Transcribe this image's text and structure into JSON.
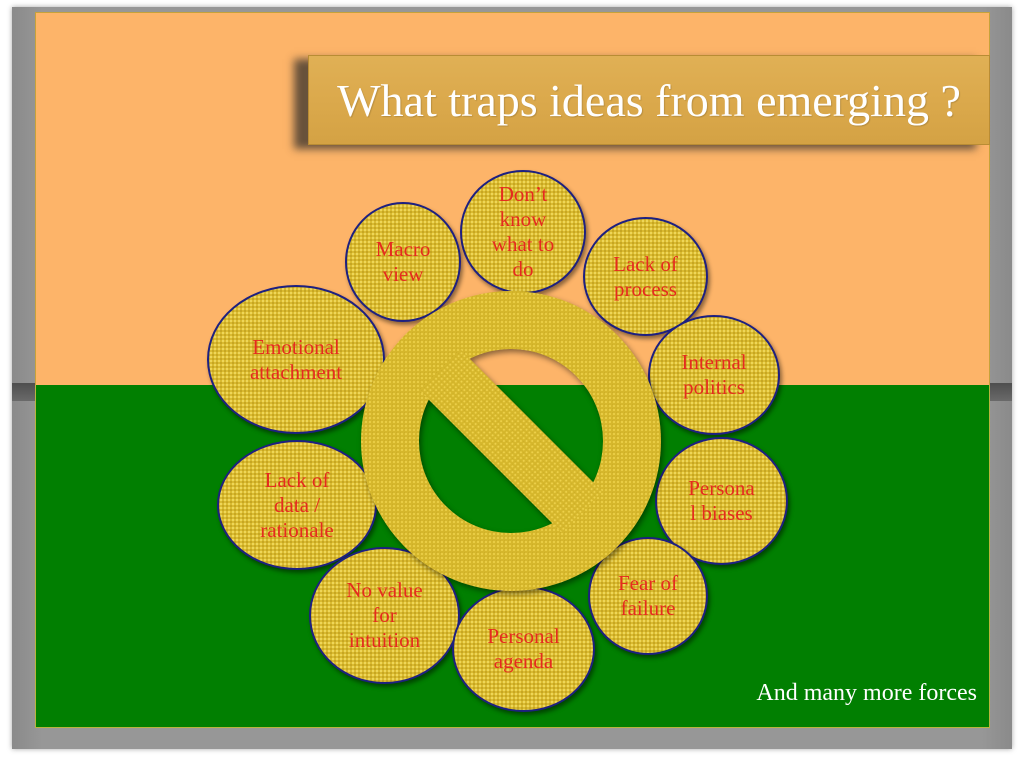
{
  "slide": {
    "title": "What traps ideas from emerging ?",
    "footer": "And many more forces",
    "colors": {
      "top_band": "#fdb469",
      "bottom_band": "#017f01",
      "title_box": "#dba94c",
      "node_fill": "#d9b92d",
      "node_border": "#1e2080",
      "node_text": "#e52b1f",
      "title_text": "#ffffff"
    }
  },
  "center_icon": "prohibition-sign",
  "traps": [
    {
      "lines": [
        "Don’t",
        "know",
        "what to",
        "do"
      ]
    },
    {
      "lines": [
        "Macro",
        "view"
      ]
    },
    {
      "lines": [
        "Lack of",
        "process"
      ]
    },
    {
      "lines": [
        "Emotional",
        "attachment"
      ]
    },
    {
      "lines": [
        "Internal",
        "politics"
      ]
    },
    {
      "lines": [
        "Lack of",
        "data /",
        "rationale"
      ]
    },
    {
      "lines": [
        "Persona",
        "l biases"
      ]
    },
    {
      "lines": [
        "No value",
        "for",
        "intuition"
      ]
    },
    {
      "lines": [
        "Fear of",
        "failure"
      ]
    },
    {
      "lines": [
        "Personal",
        "agenda"
      ]
    }
  ]
}
